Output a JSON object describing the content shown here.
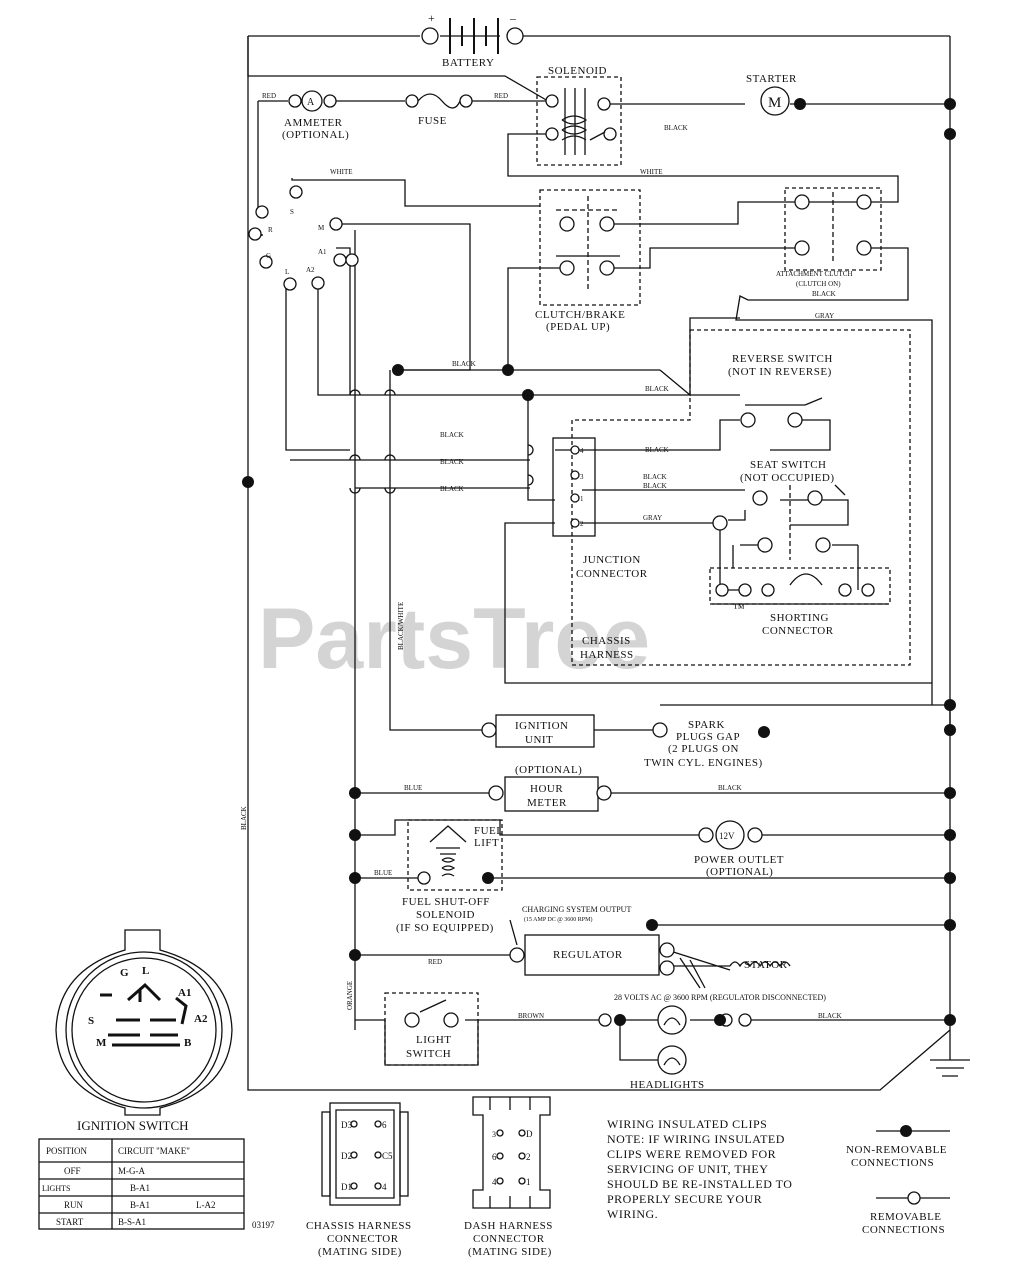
{
  "watermark": {
    "text": "PartsTree",
    "tm": "™"
  },
  "battery": {
    "label": "BATTERY",
    "pos": "+",
    "neg": "–"
  },
  "solenoid": {
    "label": "SOLENOID"
  },
  "starter": {
    "label": "STARTER",
    "symbol": "M"
  },
  "ammeter": {
    "line1": "AMMETER",
    "line2": "(OPTIONAL)",
    "symbol": "A"
  },
  "fuse": {
    "label": "FUSE"
  },
  "ignition_terminals": {
    "R": "R",
    "S": "S",
    "M": "M",
    "A1": "A1",
    "G": "G",
    "L": "L",
    "A2": "A2"
  },
  "clutch_brake": {
    "line1": "CLUTCH/BRAKE",
    "line2": "(PEDAL UP)"
  },
  "attachment_clutch": {
    "line1": "ATTACHMENT CLUTCH",
    "line2": "(CLUTCH ON)"
  },
  "reverse_switch": {
    "line1": "REVERSE SWITCH",
    "line2": "(NOT IN REVERSE)"
  },
  "seat_switch": {
    "line1": "SEAT SWITCH",
    "line2": "(NOT OCCUPIED)"
  },
  "junction_connector": {
    "line1": "JUNCTION",
    "line2": "CONNECTOR",
    "pins": [
      "4",
      "3",
      "1",
      "2"
    ]
  },
  "shorting_connector": {
    "line1": "SHORTING",
    "line2": "CONNECTOR"
  },
  "chassis_harness": {
    "line1": "CHASSIS",
    "line2": "HARNESS"
  },
  "ignition_unit": {
    "line1": "IGNITION",
    "line2": "UNIT"
  },
  "spark_plugs": {
    "line1": "SPARK",
    "line2": "PLUGS GAP",
    "line3": "(2 PLUGS ON",
    "line4": "TWIN CYL. ENGINES)"
  },
  "hour_meter": {
    "optional": "(OPTIONAL)",
    "line1": "HOUR",
    "line2": "METER"
  },
  "fuel_lift": {
    "line1": "FUEL",
    "line2": "LIFT"
  },
  "fuel_solenoid": {
    "line1": "FUEL SHUT-OFF",
    "line2": "SOLENOID",
    "line3": "(IF SO EQUIPPED)"
  },
  "power_outlet": {
    "symbol": "12V",
    "line1": "POWER OUTLET",
    "line2": "(OPTIONAL)"
  },
  "charging_output": {
    "line1": "CHARGING SYSTEM OUTPUT",
    "line2": "(15 AMP DC @ 3600 RPM)"
  },
  "regulator": {
    "label": "REGULATOR"
  },
  "stator": {
    "label": "STATOR"
  },
  "ac_volts": {
    "label": "28 VOLTS AC @ 3600 RPM (REGULATOR DISCONNECTED)"
  },
  "light_switch": {
    "line1": "LIGHT",
    "line2": "SWITCH"
  },
  "headlights": {
    "label": "HEADLIGHTS"
  },
  "wire_colors": {
    "red1": "RED",
    "red2": "RED",
    "black_sol": "BLACK",
    "white1": "WHITE",
    "white2": "WHITE",
    "black_ac": "BLACK",
    "gray1": "GRAY",
    "black1": "BLACK",
    "black2": "BLACK",
    "black3": "BLACK",
    "black4": "BLACK",
    "black5": "BLACK",
    "black6": "BLACK",
    "black7": "BLACK",
    "black8": "BLACK",
    "gray2": "GRAY",
    "black_white": "BLACK/WHITE",
    "blue1": "BLUE",
    "black_hm": "BLACK",
    "blue2": "BLUE",
    "red3": "RED",
    "orange": "ORANGE",
    "brown": "BROWN",
    "black_hl": "BLACK",
    "frame_left": "BLACK"
  },
  "ignition_switch": {
    "title": "IGNITION SWITCH",
    "faces": {
      "G": "G",
      "L": "L",
      "A1": "A1",
      "S": "S",
      "A2": "A2",
      "M": "M",
      "B": "B"
    },
    "table": {
      "header": [
        "POSITION",
        "CIRCUIT \"MAKE\""
      ],
      "rows": [
        [
          "OFF",
          "M-G-A",
          ""
        ],
        [
          "LIGHTS",
          "B-A1",
          ""
        ],
        [
          "RUN",
          "B-A1",
          "L-A2"
        ],
        [
          "START",
          "B-S-A1",
          ""
        ]
      ]
    }
  },
  "chassis_connector": {
    "line1": "CHASSIS HARNESS",
    "line2": "CONNECTOR",
    "line3": "(MATING SIDE)",
    "pins": [
      "D3",
      "6",
      "D2",
      "C5",
      "D1",
      "4"
    ]
  },
  "dash_connector": {
    "line1": "DASH HARNESS",
    "line2": "CONNECTOR",
    "line3": "(MATING SIDE)",
    "pins": [
      "3",
      "D",
      "6",
      "2",
      "4",
      "1"
    ]
  },
  "note": {
    "line1": "WIRING INSULATED CLIPS",
    "line2": "NOTE: IF WIRING INSULATED",
    "line3": "CLIPS WERE REMOVED FOR",
    "line4": "SERVICING OF UNIT, THEY",
    "line5": "SHOULD BE RE-INSTALLED TO",
    "line6": "PROPERLY SECURE YOUR",
    "line7": "WIRING."
  },
  "legend": {
    "nonremovable1": "NON-REMOVABLE",
    "nonremovable2": "CONNECTIONS",
    "removable1": "REMOVABLE",
    "removable2": "CONNECTIONS"
  },
  "part_number": "03197"
}
